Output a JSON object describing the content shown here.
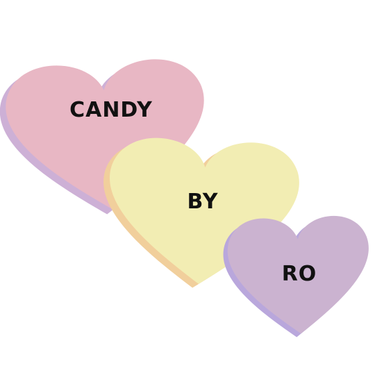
{
  "logo": {
    "hearts": [
      {
        "word": "CANDY",
        "color": "#e8b7c4",
        "edge_color": "#cdb0d6"
      },
      {
        "word": "BY",
        "color": "#f2edb3",
        "edge_color": "#f1cf9c"
      },
      {
        "word": "RO",
        "color": "#cbb3d0",
        "edge_color": "#b9a7dc"
      }
    ],
    "text_color": "#111111",
    "background": "#ffffff"
  }
}
